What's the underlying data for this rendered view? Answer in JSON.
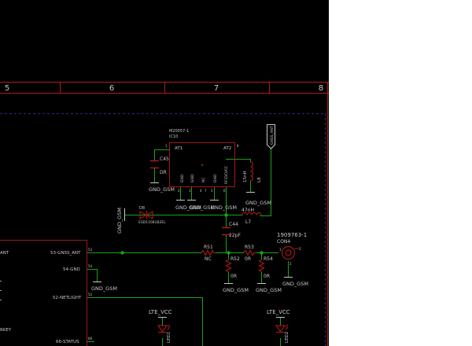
{
  "colors": {
    "background": "#000000",
    "frame": "#b51a1a",
    "net": "#19a319",
    "part": "#a01818",
    "text": "#c8c8c8",
    "page": "#ffffff"
  },
  "frame": {
    "columns": [
      "5",
      "6",
      "7",
      "8"
    ]
  },
  "components": {
    "ic10": {
      "value": "M20057-1",
      "name": "IC10",
      "pin_at1": "AT1",
      "pin_at2": "AT2",
      "pin_gnd1": "GND",
      "pin_gnd2": "GND",
      "pin_nc": "NC",
      "pin_gnd3": "GND",
      "pin_rf": "RF/DCVCC",
      "pin_num_1": "1",
      "pin_num_8": "8",
      "pin_num_2": "2",
      "pin_num_3": "3",
      "pin_num_4": "4",
      "pin_num_5": "5",
      "pin_num_6": "6",
      "pin_num_7": "7"
    },
    "c45": {
      "name": "C45",
      "value": "DR"
    },
    "l8": {
      "name": "L8",
      "value": "15nH"
    },
    "d8": {
      "name": "D8",
      "value": "ESD11081B2EL"
    },
    "l7": {
      "name": "L7",
      "value": "47nH"
    },
    "c44": {
      "name": "C44",
      "value": "22pF"
    },
    "r51": {
      "name": "R51",
      "value": "NC"
    },
    "r53": {
      "name": "R53",
      "value": "0R"
    },
    "r52": {
      "name": "R52",
      "value": "0R"
    },
    "r54": {
      "name": "R54",
      "value": "0R"
    },
    "con4": {
      "value": "1909763-1",
      "name": "CON4",
      "pin1": "1",
      "pin2": "2",
      "pin3": "3"
    },
    "led1": {
      "name": "LED1"
    },
    "led2": {
      "name": "LED2"
    },
    "antenna_flag": {
      "label": "GNSS_ANT"
    }
  },
  "module_pins": {
    "p53": {
      "name": "53-GNSS_ANT",
      "num": "53"
    },
    "p54": {
      "name": "54-GND",
      "num": "54"
    },
    "p52": {
      "name": "52-NETLIGHT",
      "num": "52"
    },
    "p66": {
      "name": "66-STATUS",
      "num": "66"
    },
    "left_fragment_1": "ANT",
    "left_fragment_2": "RKEY"
  },
  "nets": {
    "gnd_gsm": "GND_GSM",
    "lte_vcc": "LTE_VCC"
  }
}
